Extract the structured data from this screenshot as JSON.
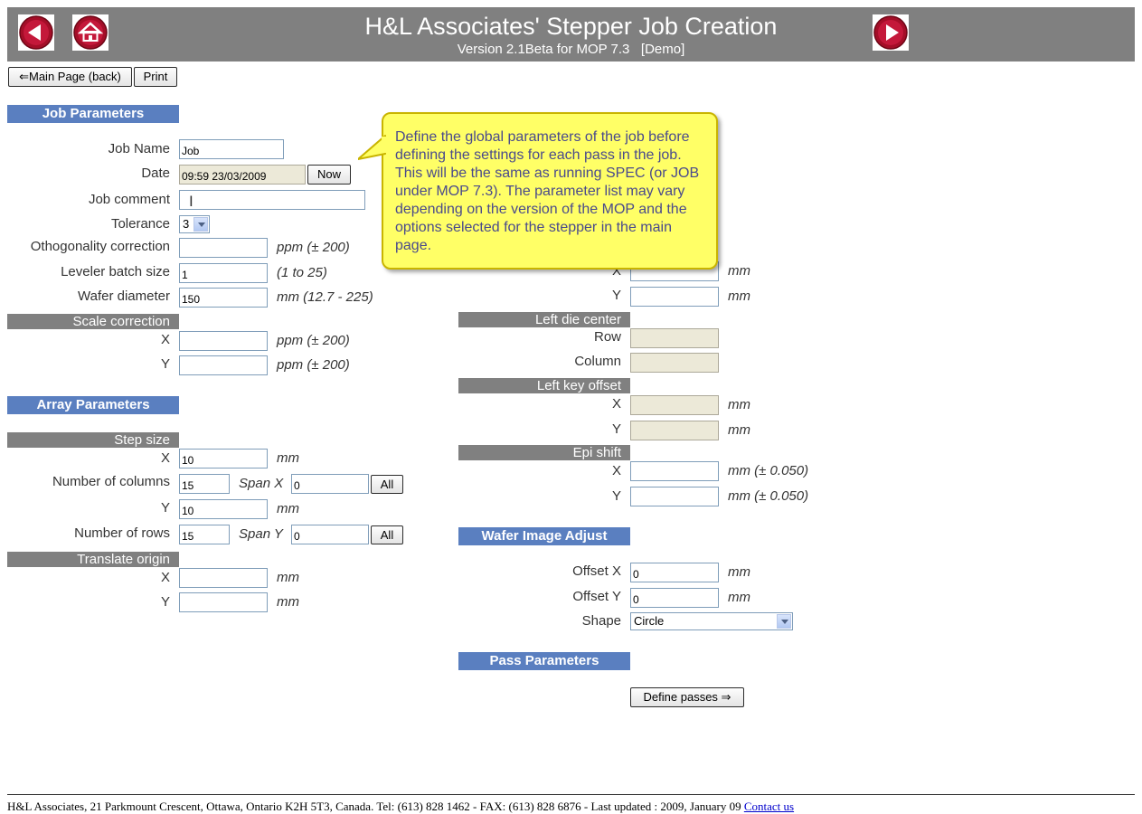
{
  "header": {
    "title": "H&L Associates' Stepper Job Creation",
    "subtitle": "Version 2.1Beta for MOP 7.3   [Demo]",
    "back_icon": "arrow-left-icon",
    "home_icon": "home-icon",
    "next_icon": "arrow-right-icon"
  },
  "toolbar": {
    "main_page_label": "⇐Main Page (back)",
    "print_label": "Print"
  },
  "job": {
    "section_title": "Job Parameters",
    "job_name_label": "Job Name",
    "job_name_value": "Job",
    "date_label": "Date",
    "date_value": "09:59 23/03/2009",
    "now_label": "Now",
    "job_comment_label": "Job comment",
    "job_comment_value": "",
    "tolerance_label": "Tolerance",
    "tolerance_value": "3",
    "ortho_label": "Othogonality correction",
    "ortho_value": "",
    "ortho_unit": "ppm (± 200)",
    "leveler_label": "Leveler batch size",
    "leveler_value": "1",
    "leveler_unit": "(1 to 25)",
    "wafer_label": "Wafer diameter",
    "wafer_value": "150",
    "wafer_unit": "mm (12.7 - 225)"
  },
  "scale": {
    "section_title": "Scale correction",
    "x_label": "X",
    "x_value": "",
    "x_unit": "ppm (± 200)",
    "y_label": "Y",
    "y_value": "",
    "y_unit": "ppm (± 200)"
  },
  "array": {
    "section_title": "Array Parameters",
    "step_title": "Step size",
    "x_label": "X",
    "x_value": "10",
    "x_unit": "mm",
    "cols_label": "Number of columns",
    "cols_value": "15",
    "span_x_label": "Span X",
    "span_x_value": "0",
    "all_label": "All",
    "y_label": "Y",
    "y_value": "10",
    "y_unit": "mm",
    "rows_label": "Number of rows",
    "rows_value": "15",
    "span_y_label": "Span Y",
    "span_y_value": "0"
  },
  "translate": {
    "section_title": "Translate origin",
    "x_label": "X",
    "x_value": "",
    "x_unit": "mm",
    "y_label": "Y",
    "y_value": "",
    "y_unit": "mm"
  },
  "right_top": {
    "x_label": "X",
    "x_value": "",
    "x_unit": "mm",
    "y_label": "Y",
    "y_value": "",
    "y_unit": "mm"
  },
  "left_die": {
    "section_title": "Left die center",
    "row_label": "Row",
    "row_value": "",
    "col_label": "Column",
    "col_value": ""
  },
  "left_key": {
    "section_title": "Left key offset",
    "x_label": "X",
    "x_value": "",
    "x_unit": "mm",
    "y_label": "Y",
    "y_value": "",
    "y_unit": "mm"
  },
  "epi": {
    "section_title": "Epi shift",
    "x_label": "X",
    "x_value": "",
    "x_unit": "mm (± 0.050)",
    "y_label": "Y",
    "y_value": "",
    "y_unit": "mm (± 0.050)"
  },
  "wafer_image": {
    "section_title": "Wafer Image Adjust",
    "offx_label": "Offset X",
    "offx_value": "0",
    "offx_unit": "mm",
    "offy_label": "Offset Y",
    "offy_value": "0",
    "offy_unit": "mm",
    "shape_label": "Shape",
    "shape_value": "Circle"
  },
  "pass": {
    "section_title": "Pass Parameters",
    "define_label": "Define passes ⇒"
  },
  "tooltip": {
    "text": "Define the global parameters of the job before defining the settings for each pass in the job. This will be the same as running SPEC (or JOB under MOP 7.3). The parameter list may vary depending on the version of the MOP and the options selected for the stepper in the main page."
  },
  "footer": {
    "text": "H&L Associates, 21 Parkmount Crescent, Ottawa, Ontario K2H 5T3, Canada. Tel: (613) 828 1462 - FAX: (613) 828 6876 - Last updated : 2009, January 09 ",
    "contact_label": "Contact us"
  },
  "colors": {
    "header_bg": "#808080",
    "section_blue": "#5a7fc0",
    "section_gray": "#808080",
    "button_red": "#b0102a",
    "tooltip_bg": "#ffff66"
  }
}
